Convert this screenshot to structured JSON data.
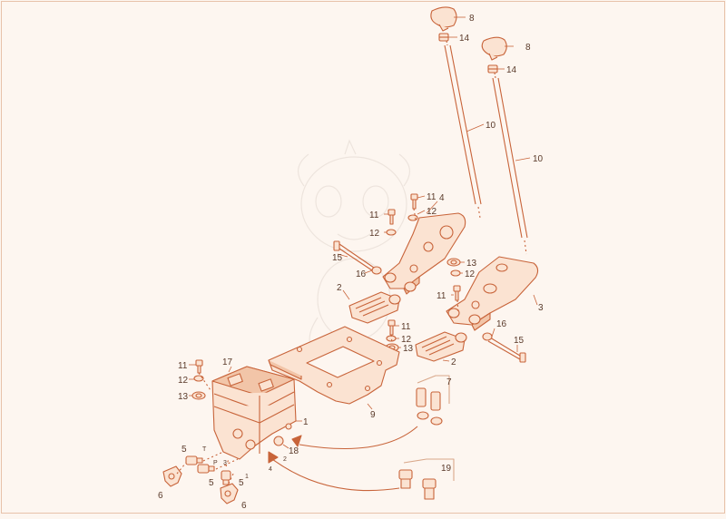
{
  "diagram": {
    "colors": {
      "line": "#c8643a",
      "fill": "#fbe3d2",
      "fill_dark": "#f2c5a8",
      "text": "#5a3a2a",
      "background": "#fdf6f0",
      "border": "#e7c2aa"
    },
    "callouts": {
      "c8a": "8",
      "c8b": "8",
      "c14a": "14",
      "c14b": "14",
      "c10a": "10",
      "c10b": "10",
      "c4": "4",
      "c3": "3",
      "c11a": "11",
      "c11b": "11",
      "c11c": "11",
      "c11d": "11",
      "c11e": "11",
      "c12a": "12",
      "c12b": "12",
      "c12c": "12",
      "c12d": "12",
      "c12e": "12",
      "c13a": "13",
      "c13b": "13",
      "c13c": "13",
      "c15a": "15",
      "c15b": "15",
      "c16a": "16",
      "c16b": "16",
      "c2a": "2",
      "c2b": "2",
      "c9": "9",
      "c7": "7",
      "c17": "17",
      "c1": "1",
      "c18": "18",
      "c19": "19",
      "c5a": "5",
      "c5b": "5",
      "c5c": "5",
      "c6a": "6",
      "c6b": "6"
    },
    "port_labels": {
      "T": "T",
      "P": "P",
      "p1": "1",
      "p2": "2",
      "p3": "3",
      "p4": "4"
    }
  }
}
